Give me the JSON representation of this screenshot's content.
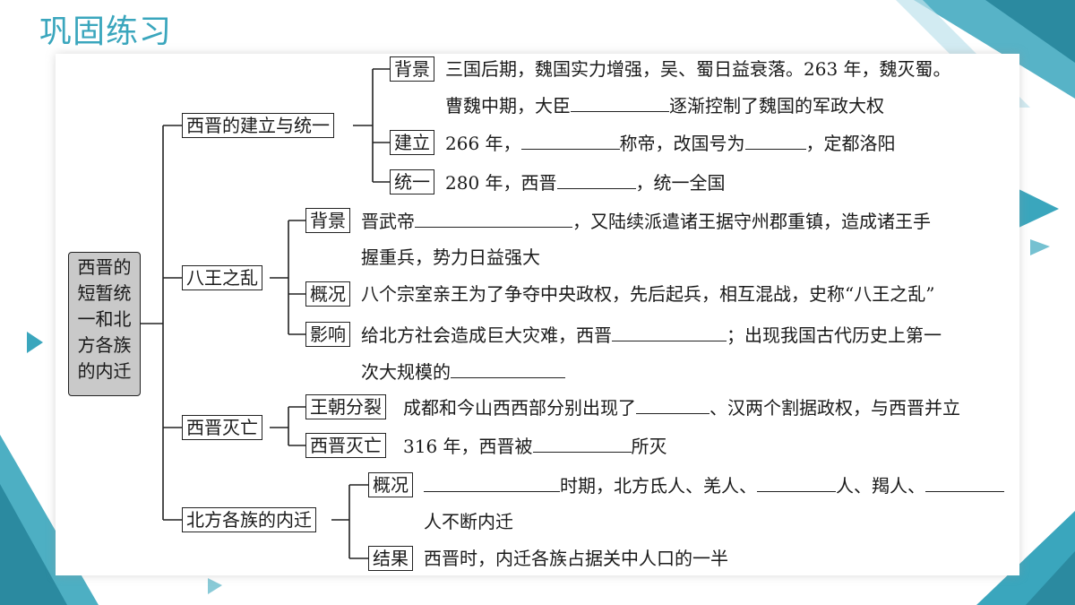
{
  "page_title": "巩固练习",
  "colors": {
    "accent": "#3aa6bd",
    "accent_dark": "#2b8aa0",
    "root_fill": "#c9c9c9"
  },
  "root": {
    "label_lines": [
      "西晋的",
      "短暂统",
      "一和北",
      "方各族",
      "的内迁"
    ]
  },
  "branches": [
    {
      "label": "西晋的建立与统一",
      "items": [
        {
          "tag": "背景",
          "lines": [
            "三国后期，魏国实力增强，吴、蜀日益衰落。263 年，魏灭蜀。",
            "曹魏中期，大臣",
            "逐渐控制了魏国的军政大权"
          ]
        },
        {
          "tag": "建立",
          "parts": [
            "266 年，",
            "称帝，改国号为",
            "，定都洛阳"
          ]
        },
        {
          "tag": "统一",
          "parts": [
            "280 年，西晋",
            "，统一全国"
          ]
        }
      ]
    },
    {
      "label": "八王之乱",
      "items": [
        {
          "tag": "背景",
          "parts": [
            "晋武帝",
            "，又陆续派遣诸王据守州郡重镇，造成诸王手",
            "握重兵，势力日益强大"
          ]
        },
        {
          "tag": "概况",
          "parts": [
            "八个宗室亲王为了争夺中央政权，先后起兵，相互混战，史称“八王之乱”"
          ]
        },
        {
          "tag": "影响",
          "parts": [
            "给北方社会造成巨大灾难，西晋",
            "；出现我国古代历史上第一",
            "次大规模的"
          ]
        }
      ]
    },
    {
      "label": "西晋灭亡",
      "items": [
        {
          "tag": "王朝分裂",
          "parts": [
            "成都和今山西西部分别出现了",
            "、汉两个割据政权，与西晋并立"
          ]
        },
        {
          "tag": "西晋灭亡",
          "parts": [
            "316 年，西晋被",
            "所灭"
          ]
        }
      ]
    },
    {
      "label": "北方各族的内迁",
      "items": [
        {
          "tag": "概况",
          "parts": [
            "时期，北方氐人、羌人、",
            "人、羯人、",
            "人不断内迁"
          ]
        },
        {
          "tag": "结果",
          "parts": [
            "西晋时，内迁各族占据关中人口的一半"
          ]
        }
      ]
    }
  ]
}
